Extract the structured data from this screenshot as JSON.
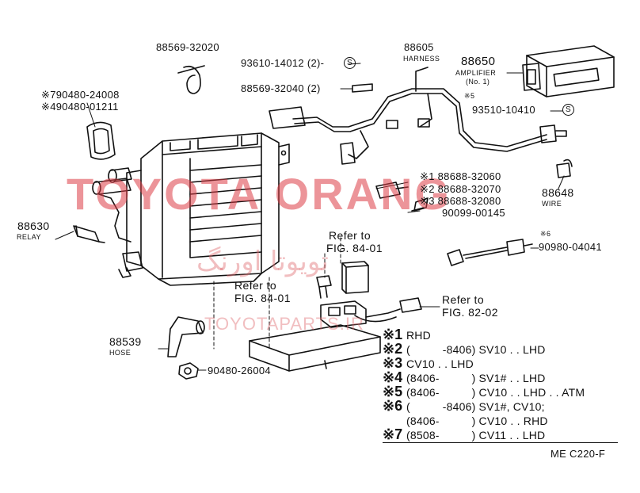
{
  "diagram_code": "ME C220-F",
  "watermarks": {
    "main": "TOYOTA ORANG",
    "persian": "تويوتا اورنگ",
    "site": "TOYOTAPARTS.IR",
    "color": "#dc3c46"
  },
  "parts": {
    "p88569_32020": "88569-32020",
    "p93610_14012": "93610-14012 (2)-",
    "p88569_32040": "88569-32040 (2)",
    "p88605": "88605",
    "harness": "HARNESS",
    "p88650": "88650",
    "amplifier": "AMPLIFIER",
    "no1": "(No. 1)",
    "mark5": "※5",
    "p93510_10410": "93510-10410",
    "s_symbol": "S",
    "p790480": "※790480-24008",
    "p490480": "※490480-01211",
    "p88688_32060": "※1 88688-32060",
    "p88688_32070": "※2 88688-32070",
    "p88688_32080": "※3 88688-32080",
    "p90099": "90099-00145",
    "p88648": "88648",
    "wire": "WIRE",
    "p88630": "88630",
    "relay": "RELAY",
    "mark6": "※6",
    "p90980": "90980-04041",
    "p88539": "88539",
    "hose": "HOSE",
    "p90480_26004": "90480-26004"
  },
  "refs": {
    "ref1_line1": "Refer to",
    "ref1_line2": "FIG. 84-01",
    "ref2_line1": "Refer to",
    "ref2_line2": "FIG. 84-01",
    "ref3_line1": "Refer to",
    "ref3_line2": "FIG. 82-02"
  },
  "notes": [
    {
      "mark": "※1",
      "text": "RHD"
    },
    {
      "mark": "※2",
      "text": "(          -8406) SV10 . . LHD"
    },
    {
      "mark": "※3",
      "text": "CV10 . . LHD"
    },
    {
      "mark": "※4",
      "text": "(8406-          ) SV1# . . LHD"
    },
    {
      "mark": "※5",
      "text": "(8406-          ) CV10 . . LHD . . ATM"
    },
    {
      "mark": "※6",
      "text": "(          -8406) SV1#, CV10;"
    },
    {
      "mark": "",
      "text": "(8406-          ) CV10 . . RHD"
    },
    {
      "mark": "※7",
      "text": "(8508-          ) CV11 . . LHD"
    }
  ]
}
